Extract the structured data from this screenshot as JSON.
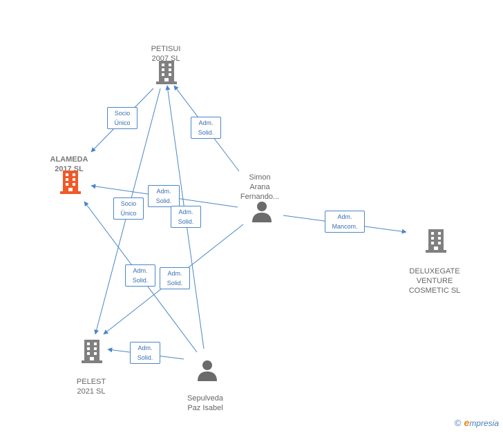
{
  "colors": {
    "edge": "#4a86c8",
    "company": "#808080",
    "focus_company": "#f05a28",
    "person": "#6b6b6b"
  },
  "nodes": {
    "petisui": {
      "lines": [
        "PETISUI",
        "2007 SL"
      ],
      "icon": "building-icon"
    },
    "alameda": {
      "lines": [
        "ALAMEDA",
        "2017  SL"
      ],
      "icon": "building-icon"
    },
    "simon": {
      "lines": [
        "Simon",
        "Arana",
        "Fernando..."
      ],
      "icon": "person-icon"
    },
    "deluxegate": {
      "lines": [
        "DELUXEGATE",
        "VENTURE",
        "COSMETIC  SL"
      ],
      "icon": "building-icon"
    },
    "pelest": {
      "lines": [
        "PELEST",
        "2021  SL"
      ],
      "icon": "building-icon"
    },
    "sepulveda": {
      "lines": [
        "Sepulveda",
        "Paz Isabel"
      ],
      "icon": "person-icon"
    }
  },
  "edges": [
    {
      "id": "e1",
      "lines": [
        "Socio",
        "Único"
      ]
    },
    {
      "id": "e2",
      "lines": [
        "Adm.",
        "Solid."
      ]
    },
    {
      "id": "e3",
      "lines": [
        "Adm.",
        "Solid."
      ]
    },
    {
      "id": "e4",
      "lines": [
        "Socio",
        "Único"
      ]
    },
    {
      "id": "e5",
      "lines": [
        "Adm.",
        "Solid."
      ]
    },
    {
      "id": "e6",
      "lines": [
        "Adm.",
        "Mancom."
      ]
    },
    {
      "id": "e7",
      "lines": [
        "Adm.",
        "Solid."
      ]
    },
    {
      "id": "e8",
      "lines": [
        "Adm.",
        "Solid."
      ]
    },
    {
      "id": "e9",
      "lines": [
        "Adm.",
        "Solid."
      ]
    }
  ],
  "footer": {
    "copyright": "©",
    "brand_initial": "e",
    "brand_rest": "mpresia"
  }
}
